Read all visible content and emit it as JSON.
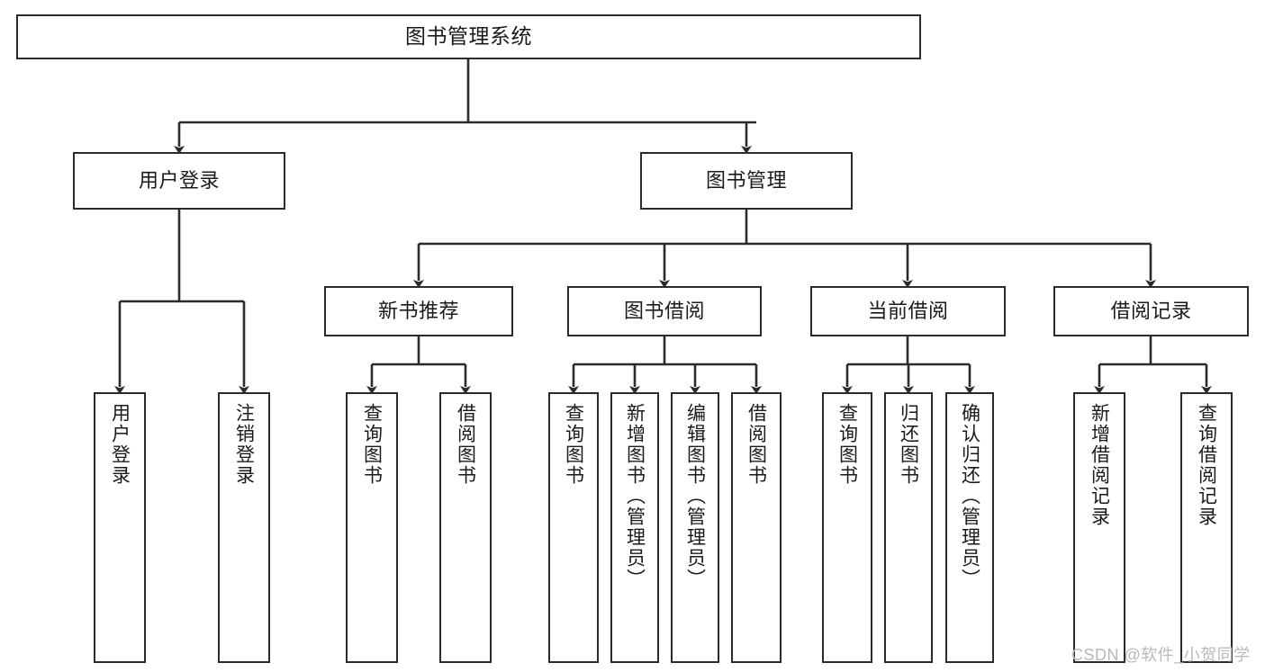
{
  "diagram": {
    "type": "tree-hierarchy-chart",
    "title": "图书管理系统",
    "line_color": "#2b2b2b",
    "box_fill": "#ffffff",
    "text_color": "#1a1a1a",
    "watermark": "CSDN @软件_小贺同学",
    "nodes": {
      "root": {
        "label": "图书管理系统"
      },
      "level2": [
        {
          "id": "user-login",
          "label": "用户登录"
        },
        {
          "id": "book-manage",
          "label": "图书管理"
        }
      ],
      "level3": [
        {
          "id": "new-book-recommend",
          "label": "新书推荐"
        },
        {
          "id": "book-borrow",
          "label": "图书借阅"
        },
        {
          "id": "current-borrow",
          "label": "当前借阅"
        },
        {
          "id": "borrow-record",
          "label": "借阅记录"
        }
      ],
      "leaves": {
        "user-login": [
          {
            "id": "leaf-user-login",
            "label": "用户登录"
          },
          {
            "id": "leaf-user-logout",
            "label": "注销登录"
          }
        ],
        "new-book-recommend": [
          {
            "id": "leaf-query-book-1",
            "label": "查询图书"
          },
          {
            "id": "leaf-borrow-book-1",
            "label": "借阅图书"
          }
        ],
        "book-borrow": [
          {
            "id": "leaf-query-book-2",
            "label": "查询图书"
          },
          {
            "id": "leaf-add-book",
            "label": "新增图书（管理员）"
          },
          {
            "id": "leaf-edit-book",
            "label": "编辑图书（管理员）"
          },
          {
            "id": "leaf-borrow-book-2",
            "label": "借阅图书"
          }
        ],
        "current-borrow": [
          {
            "id": "leaf-query-book-3",
            "label": "查询图书"
          },
          {
            "id": "leaf-return-book",
            "label": "归还图书"
          },
          {
            "id": "leaf-confirm-return",
            "label": "确认归还（管理员）"
          }
        ],
        "borrow-record": [
          {
            "id": "leaf-add-record",
            "label": "新增借阅记录"
          },
          {
            "id": "leaf-query-record",
            "label": "查询借阅记录"
          }
        ]
      }
    }
  }
}
